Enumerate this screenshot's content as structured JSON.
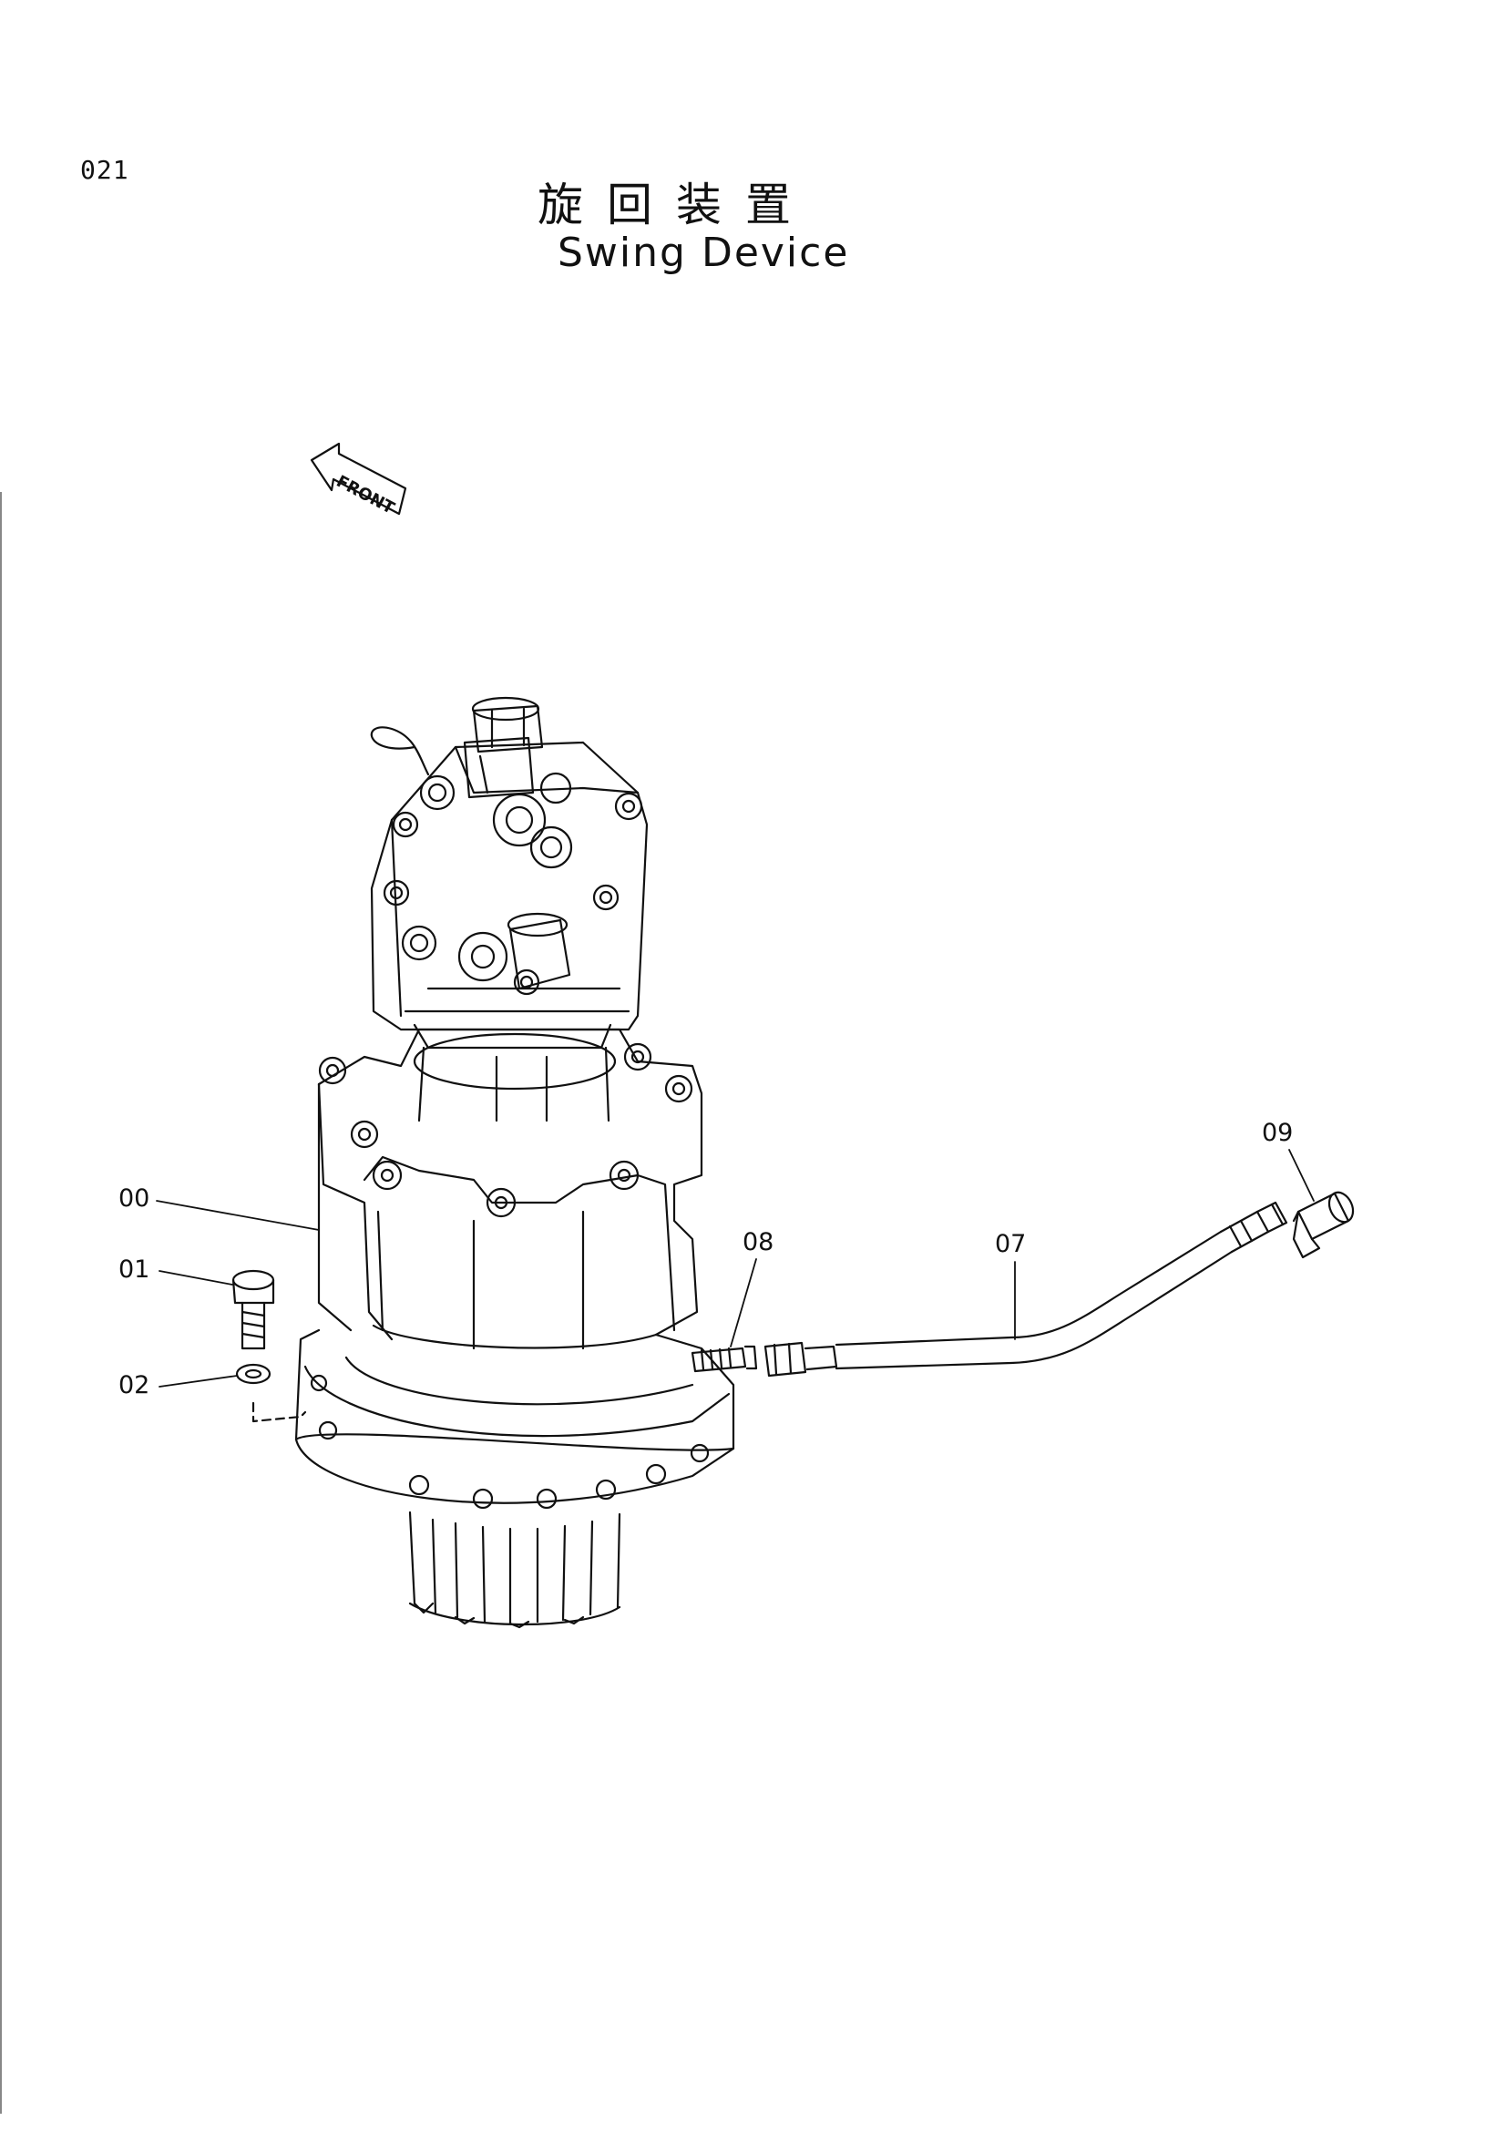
{
  "page_number": "021",
  "title_jp": "旋回装置",
  "title_en": "Swing Device",
  "front_label": "FRONT",
  "part_labels": [
    {
      "id": "00",
      "text": "00"
    },
    {
      "id": "01",
      "text": "01"
    },
    {
      "id": "02",
      "text": "02"
    },
    {
      "id": "07",
      "text": "07"
    },
    {
      "id": "08",
      "text": "08"
    },
    {
      "id": "09",
      "text": "09"
    }
  ]
}
